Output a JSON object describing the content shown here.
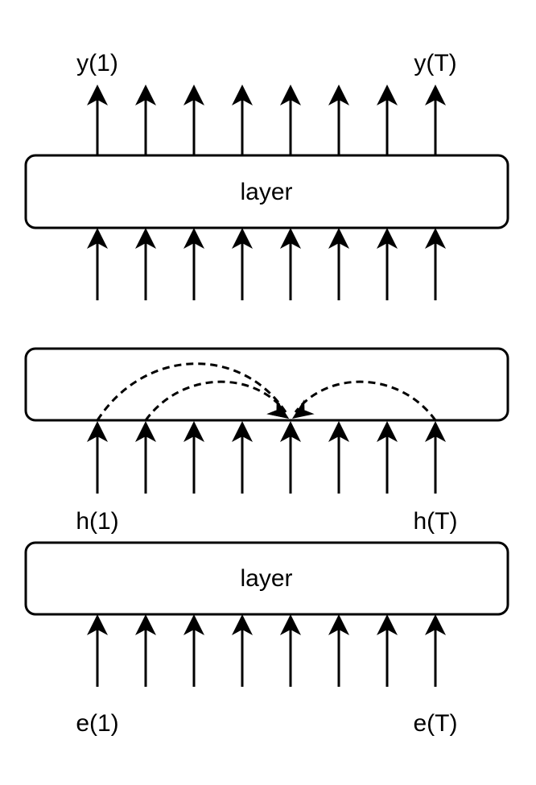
{
  "diagram": {
    "stroke_color": "#000000",
    "background": "#ffffff",
    "num_positions": 8,
    "top_layer": {
      "label": "layer",
      "output_labels": {
        "first": "y(1)",
        "last": "y(T)"
      }
    },
    "attention_layer": {
      "label": "",
      "attention_links": [
        {
          "from_index": 0,
          "to_index": 4,
          "style": "dashed"
        },
        {
          "from_index": 1,
          "to_index": 4,
          "style": "dashed"
        },
        {
          "from_index": 7,
          "to_index": 4,
          "style": "dashed"
        }
      ]
    },
    "hidden_labels": {
      "first": "h(1)",
      "last": "h(T)"
    },
    "bottom_layer": {
      "label": "layer"
    },
    "input_labels": {
      "first": "e(1)",
      "last": "e(T)"
    }
  }
}
